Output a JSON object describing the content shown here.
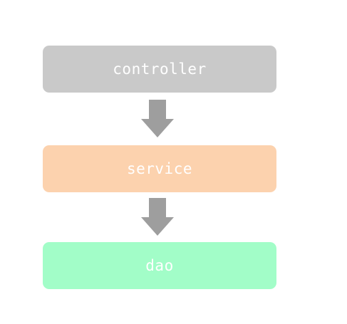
{
  "diagram": {
    "layers": [
      {
        "label": "controller",
        "color": "#c9c9c9"
      },
      {
        "label": "service",
        "color": "#fcd2ae"
      },
      {
        "label": "dao",
        "color": "#a2fdc8"
      }
    ],
    "arrow_color": "#9e9e9e",
    "arrow_icon": "arrow-down-icon"
  }
}
